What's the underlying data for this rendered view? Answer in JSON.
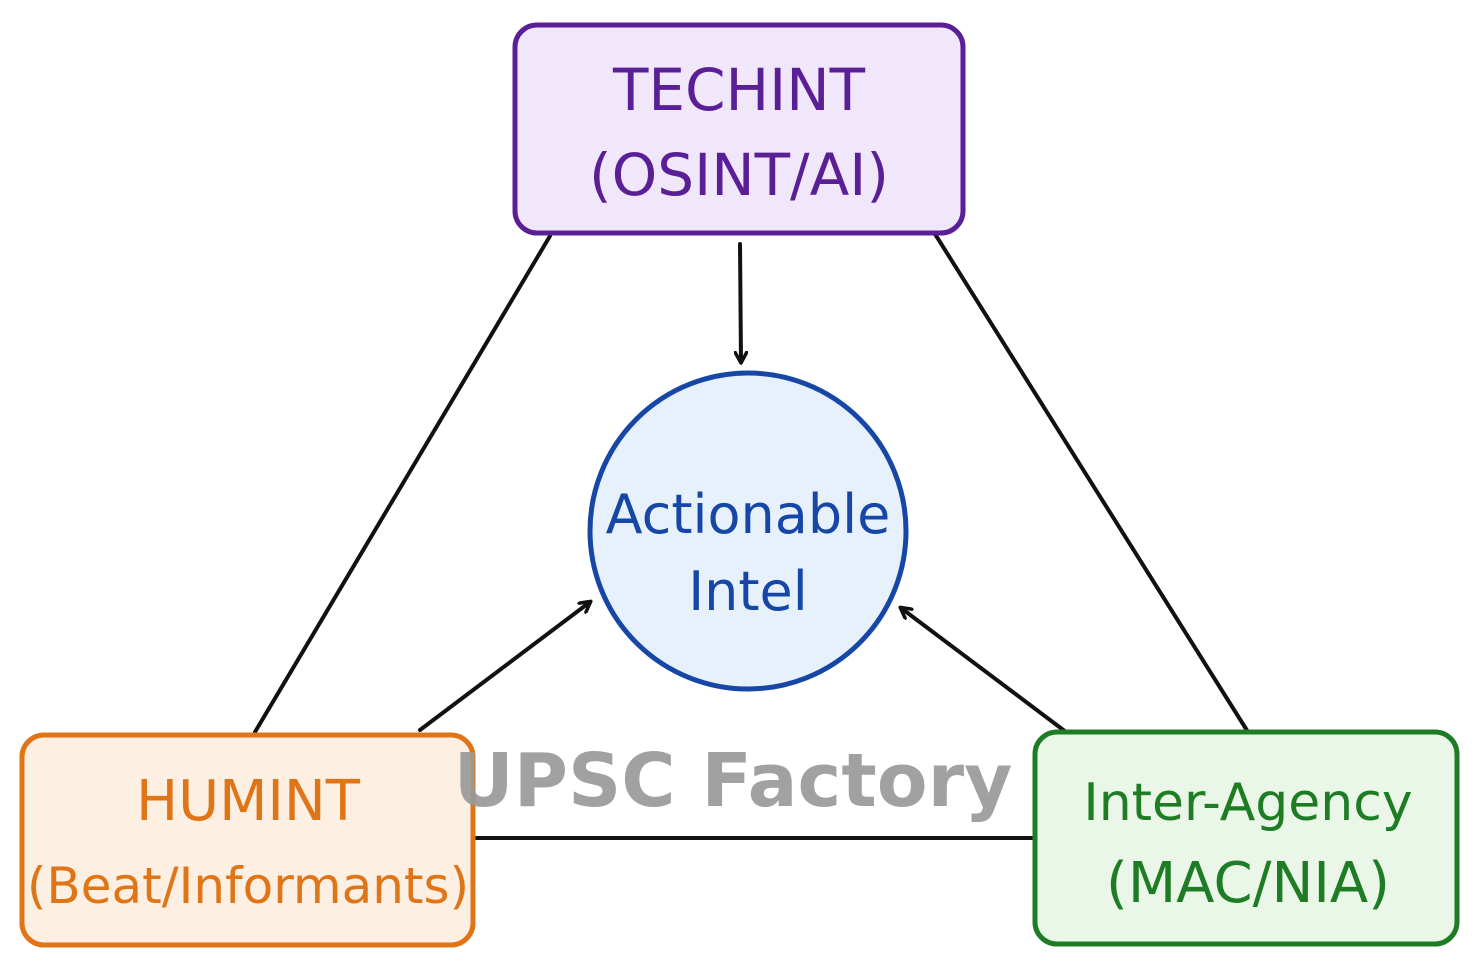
{
  "nodes": {
    "techint": {
      "line1": "TECHINT",
      "line2": "(OSINT/AI)",
      "color": "#5a1e96",
      "fill": "#f1e7fb"
    },
    "humint": {
      "line1": "HUMINT",
      "line2": "(Beat/Informants)",
      "color": "#e07518",
      "fill": "#fdf0e3"
    },
    "inter_agency": {
      "line1": "Inter-Agency",
      "line2": "(MAC/NIA)",
      "color": "#1e7d24",
      "fill": "#eaf6e8"
    },
    "center": {
      "line1": "Actionable",
      "line2": "Intel",
      "color": "#1747a6",
      "fill": "#e7f1fc"
    }
  },
  "watermark": {
    "text": "UPSC Factory",
    "color": "#9a9a9a"
  }
}
